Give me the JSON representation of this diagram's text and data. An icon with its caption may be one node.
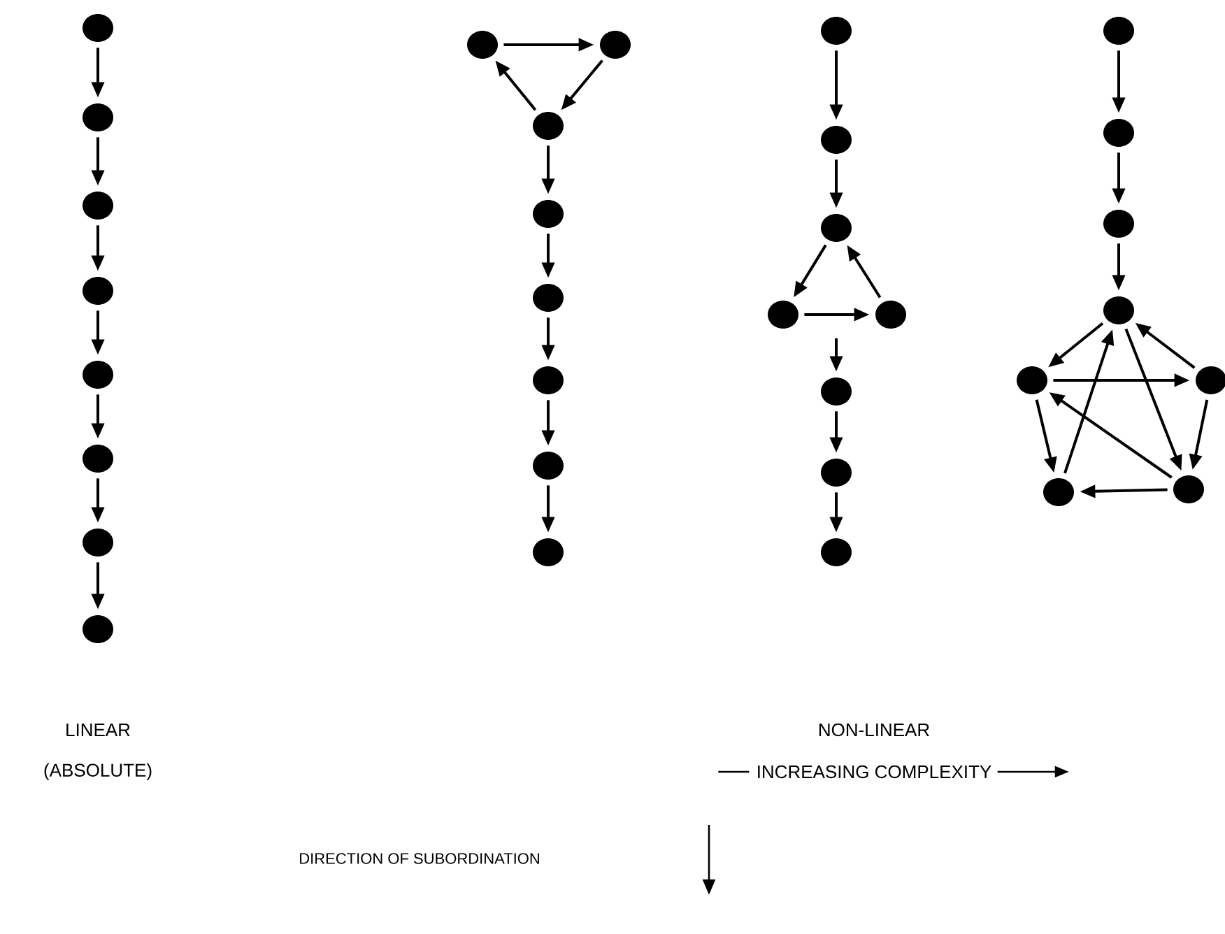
{
  "diagram": {
    "nodes": [
      {
        "text": [],
        "shape": "circle"
      },
      {
        "text": [],
        "shape": "circle"
      },
      {
        "text": [],
        "shape": "circle"
      },
      {
        "text": [],
        "shape": "circle"
      },
      {
        "text": [],
        "shape": "circle"
      },
      {
        "text": [],
        "shape": "circle"
      },
      {
        "text": [],
        "shape": "circle"
      },
      {
        "text": [],
        "shape": "circle"
      },
      {
        "text": [],
        "shape": "circle"
      },
      {
        "text": [],
        "shape": "circle"
      },
      {
        "text": [],
        "shape": "circle"
      },
      {
        "text": [],
        "shape": "circle"
      },
      {
        "text": [],
        "shape": "circle"
      },
      {
        "text": [],
        "shape": "circle"
      },
      {
        "text": [],
        "shape": "circle"
      },
      {
        "text": [],
        "shape": "circle"
      },
      {
        "text": [],
        "shape": "circle"
      },
      {
        "text": [],
        "shape": "circle"
      },
      {
        "text": [],
        "shape": "circle"
      },
      {
        "text": [],
        "shape": "circle"
      },
      {
        "text": [],
        "shape": "circle"
      },
      {
        "text": [],
        "shape": "circle"
      },
      {
        "text": [],
        "shape": "circle"
      },
      {
        "text": [],
        "shape": "circle"
      },
      {
        "text": [],
        "shape": "circle"
      },
      {
        "text": [],
        "shape": "circle"
      },
      {
        "text": [],
        "shape": "circle"
      },
      {
        "text": [],
        "shape": "circle"
      },
      {
        "text": [],
        "shape": "circle"
      },
      {
        "text": [],
        "shape": "circle"
      },
      {
        "text": [],
        "shape": "circle"
      },
      {
        "text": [],
        "shape": "circle"
      }
    ],
    "edges": [
      {
        "from": 0,
        "to": 1,
        "arrow": "to"
      },
      {
        "from": 1,
        "to": 2,
        "arrow": "to"
      },
      {
        "from": 2,
        "to": 3,
        "arrow": "to"
      },
      {
        "from": 3,
        "to": 4,
        "arrow": "to"
      },
      {
        "from": 4,
        "to": 5,
        "arrow": "to"
      },
      {
        "from": 5,
        "to": 6,
        "arrow": "to"
      },
      {
        "from": 6,
        "to": 7,
        "arrow": "to"
      },
      {
        "from": 8,
        "to": 9,
        "arrow": "to"
      },
      {
        "from": 9,
        "to": 10,
        "arrow": "to"
      },
      {
        "from": 10,
        "to": 8,
        "arrow": "to"
      },
      {
        "from": 10,
        "to": 11,
        "arrow": "to"
      },
      {
        "from": 11,
        "to": 12,
        "arrow": "to"
      },
      {
        "from": 12,
        "to": 13,
        "arrow": "to"
      },
      {
        "from": 13,
        "to": 14,
        "arrow": "to"
      },
      {
        "from": 14,
        "to": 15,
        "arrow": "to"
      },
      {
        "from": 16,
        "to": 17,
        "arrow": "to"
      },
      {
        "from": 17,
        "to": 18,
        "arrow": "to"
      },
      {
        "from": 18,
        "to": 19,
        "arrow": "to"
      },
      {
        "from": 19,
        "to": 20,
        "arrow": "to"
      },
      {
        "from": 20,
        "to": 18,
        "arrow": "to"
      },
      {
        "from": null,
        "to": 21,
        "arrow": "to"
      },
      {
        "from": 21,
        "to": 22,
        "arrow": "to"
      },
      {
        "from": 22,
        "to": 23,
        "arrow": "to"
      },
      {
        "from": 24,
        "to": 25,
        "arrow": "to"
      },
      {
        "from": 25,
        "to": 26,
        "arrow": "to"
      },
      {
        "from": 26,
        "to": 27,
        "arrow": "to"
      },
      {
        "from": 27,
        "to": 28,
        "arrow": "to"
      },
      {
        "from": 29,
        "to": 27,
        "arrow": "to"
      },
      {
        "from": 28,
        "to": 29,
        "arrow": "to"
      },
      {
        "from": 27,
        "to": 31,
        "arrow": "to"
      },
      {
        "from": 28,
        "to": 30,
        "arrow": "to"
      },
      {
        "from": 29,
        "to": 31,
        "arrow": "to"
      },
      {
        "from": 31,
        "to": 30,
        "arrow": "to"
      },
      {
        "from": 30,
        "to": 27,
        "arrow": "to"
      },
      {
        "from": 31,
        "to": 28,
        "arrow": "to"
      }
    ],
    "labels": [
      "LINEAR",
      "NON-LINEAR",
      "(ABSOLUTE)",
      "INCREASING COMPLEXITY",
      "DIRECTION OF SUBORDINATION"
    ]
  }
}
